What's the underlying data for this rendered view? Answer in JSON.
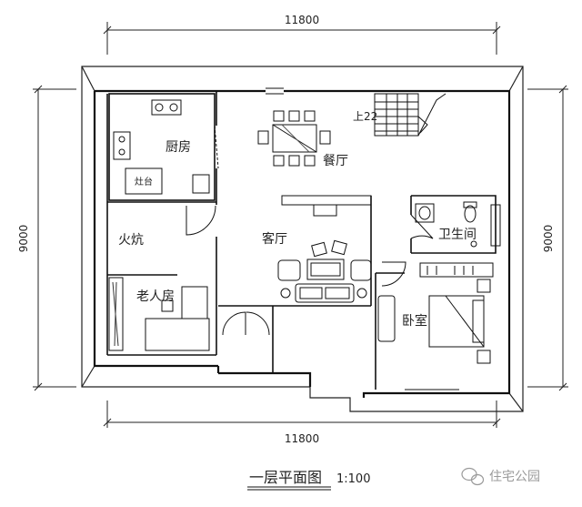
{
  "dimensions": {
    "top_width": "11800",
    "bottom_width": "11800",
    "left_height": "9000",
    "right_height": "9000"
  },
  "rooms": {
    "kitchen": "厨房",
    "stove": "灶台",
    "dining": "餐厅",
    "living": "客厅",
    "kang": "火炕",
    "elder_room": "老人房",
    "bathroom": "卫生间",
    "bedroom": "卧室"
  },
  "stairs_label": "上22",
  "title": "一层平面图",
  "scale": "1:100",
  "watermark": {
    "text": "住宅公园",
    "icon": "wechat-icon"
  }
}
